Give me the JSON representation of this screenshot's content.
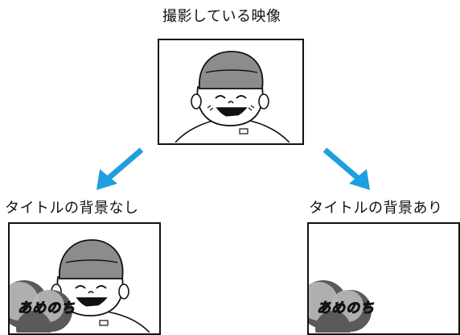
{
  "top": {
    "caption": "撮影している映像"
  },
  "left": {
    "caption": "タイトルの背景なし",
    "title_text": "あめのち"
  },
  "right": {
    "caption": "タイトルの背景あり",
    "title_text": "あめのち"
  },
  "colors": {
    "arrow": "#1e9fe0",
    "stroke": "#111111",
    "cap": "#8c8c8c",
    "title_bg_dark": "#5a5a5a",
    "title_bg_light": "#b8b8b8"
  }
}
